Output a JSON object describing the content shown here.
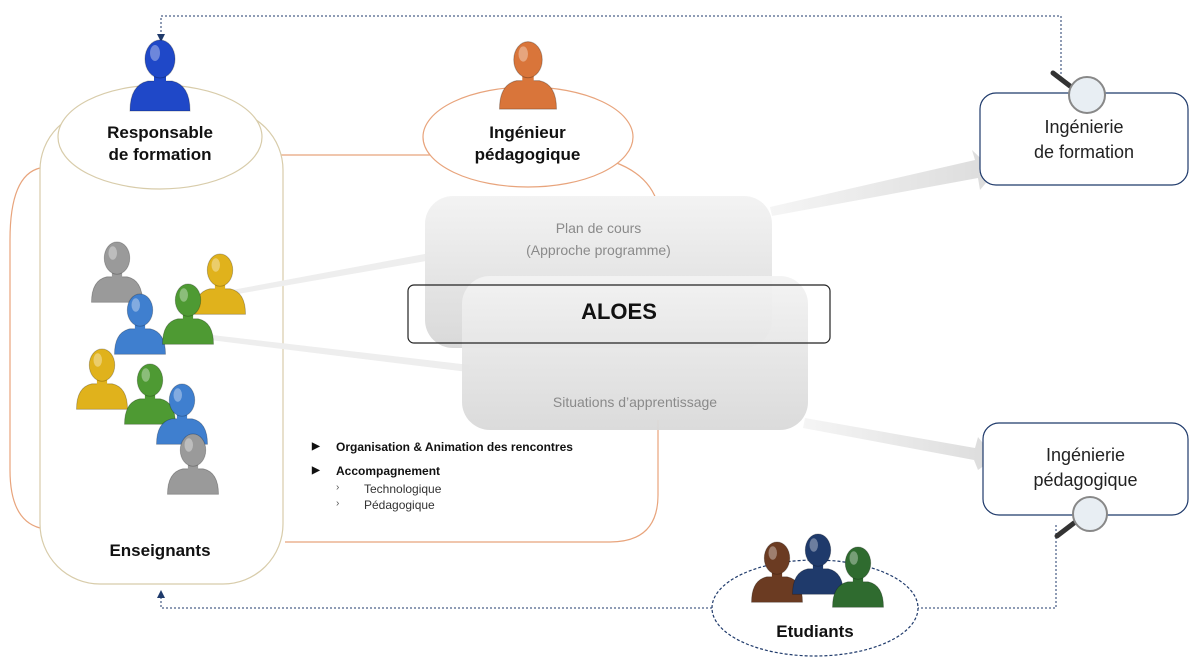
{
  "nodes": {
    "responsable": {
      "line1": "Responsable",
      "line2": "de formation"
    },
    "ingenieur": {
      "line1": "Ingénieur",
      "line2": "pédagogique"
    },
    "enseignants": {
      "label": "Enseignants"
    },
    "etudiants": {
      "label": "Etudiants"
    },
    "ing_formation": {
      "line1": "Ingénierie",
      "line2": "de formation"
    },
    "ing_pedagogique": {
      "line1": "Ingénierie",
      "line2": "pédagogique"
    }
  },
  "center": {
    "plan_line1": "Plan de cours",
    "plan_line2": "(Approche programme)",
    "aloes": "ALOES",
    "situations": "Situations d’apprentissage"
  },
  "bullets": {
    "item1": "Organisation  & Animation des rencontres",
    "item2": "Accompagnement",
    "sub1": "Technologique",
    "sub2": "Pédagogique"
  },
  "colors": {
    "orange_outline": "#e8a47c",
    "tan_outline": "#d8ccaa",
    "navy_outline": "#1f3a6b",
    "person_blue": "#1f48c8",
    "person_orange": "#d9753a",
    "person_gray": "#9a9a9a",
    "person_light_blue": "#3f7fcf",
    "person_green": "#4e9a33",
    "person_yellow": "#e0b21c",
    "person_brown": "#6b3b22",
    "person_navy": "#1f3a6b",
    "person_dark_green": "#2f6b2f"
  }
}
